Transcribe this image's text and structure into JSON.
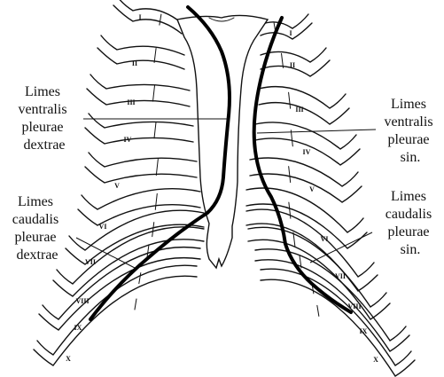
{
  "labels": {
    "ventral_dextrae": [
      "Limes",
      "ventralis",
      "pleurae",
      "dextrae"
    ],
    "ventral_sin": [
      "Limes",
      "ventralis",
      "pleurae",
      "sin."
    ],
    "caudal_dextrae": [
      "Limes",
      "caudalis",
      "pleurae",
      "dextrae"
    ],
    "caudal_sin": [
      "Limes",
      "caudalis",
      "pleurae",
      "sin."
    ]
  },
  "rib_numerals_right": [
    "I",
    "II",
    "III",
    "IV",
    "V",
    "VI",
    "VII",
    "VIII",
    "IX",
    "X"
  ],
  "rib_numerals_left": [
    "I",
    "II",
    "III",
    "IV",
    "V",
    "VI",
    "VII",
    "VIII",
    "IX",
    "X"
  ]
}
